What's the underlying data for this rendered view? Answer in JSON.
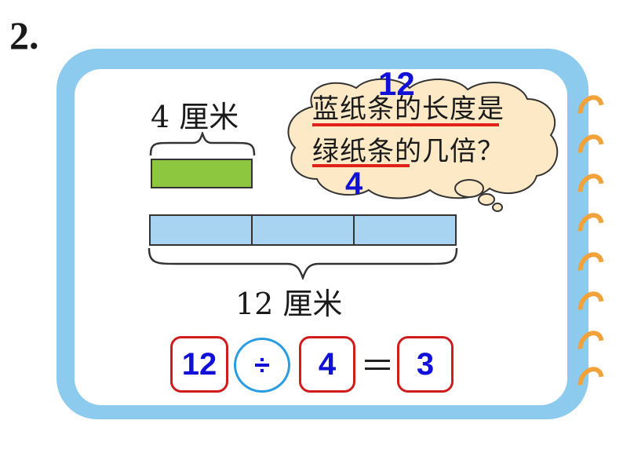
{
  "problem": {
    "number": "2."
  },
  "diagram": {
    "short_label": "4 厘米",
    "long_label": "12 厘米",
    "long_bar_segments": 3
  },
  "bubble": {
    "line1": "蓝纸条的长度是",
    "line2": "绿纸条的几倍？",
    "annotation_top": "12",
    "annotation_bottom": "4"
  },
  "equation": {
    "dividend": "12",
    "operator": "÷",
    "divisor": "4",
    "equals": "＝",
    "result": "3"
  },
  "colors": {
    "card_frame": "#8ccbee",
    "green_bar": "#8dc63f",
    "blue_bar": "#a8d4f2",
    "bubble_fill": "#fde9c6",
    "annotation_blue": "#1010d8",
    "underline_red": "#e0221a",
    "box_red": "#d01c1c",
    "circle_blue": "#2a9de0",
    "binder_ring": "#f2a23a"
  }
}
